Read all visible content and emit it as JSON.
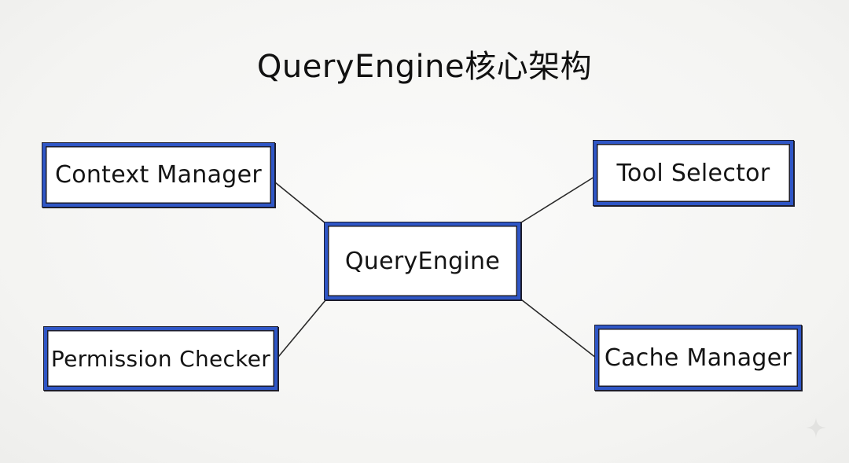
{
  "title": "QueryEngine核心架构",
  "colors": {
    "box_border": "#2f56c6",
    "line": "#2a2a2a",
    "text": "#141414"
  },
  "nodes": {
    "center": "QueryEngine",
    "context_manager": "Context Manager",
    "tool_selector": "Tool Selector",
    "permission_checker": "Permission Checker",
    "cache_manager": "Cache Manager"
  },
  "edges": [
    {
      "from": "center",
      "to": "context_manager"
    },
    {
      "from": "center",
      "to": "tool_selector"
    },
    {
      "from": "center",
      "to": "permission_checker"
    },
    {
      "from": "center",
      "to": "cache_manager"
    }
  ],
  "watermark_icon": "sparkle-icon"
}
